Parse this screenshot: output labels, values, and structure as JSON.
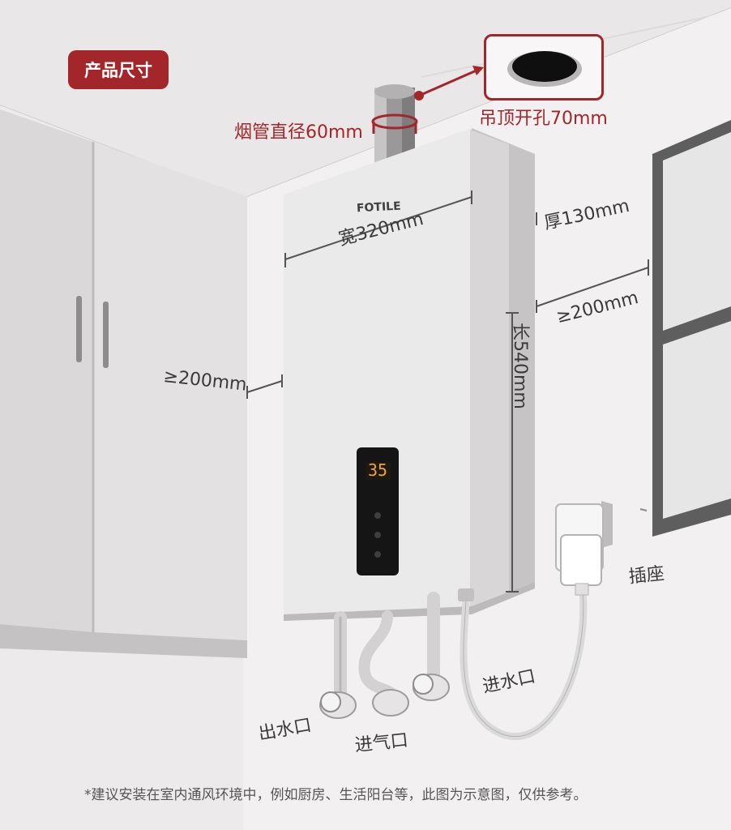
{
  "badge": {
    "label": "产品尺寸"
  },
  "heater": {
    "brand": "FOTILE",
    "display": "35"
  },
  "dimensions": {
    "flue_diameter": "烟管直径60mm",
    "ceiling_hole": "吊顶开孔70mm",
    "width": "宽320mm",
    "thickness": "厚130mm",
    "height": "长540mm",
    "clearance_left": "≥200mm",
    "clearance_right": "≥200mm"
  },
  "ports": {
    "water_out": "出水口",
    "gas_in": "进气口",
    "water_in": "进水口",
    "socket": "插座"
  },
  "colors": {
    "accent": "#a3262a",
    "digit": "#f2a23a"
  },
  "footnote": "*建议安装在室内通风环境中，例如厨房、生活阳台等，此图为示意图，仅供参考。"
}
